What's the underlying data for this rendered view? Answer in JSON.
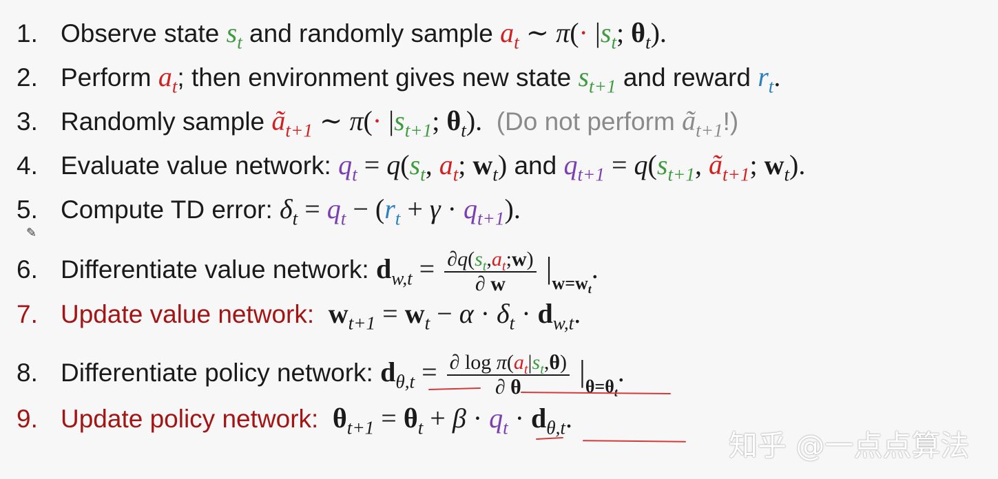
{
  "steps": [
    {
      "num": "1.",
      "text": "Observe state",
      "text2": "and randomly sample"
    },
    {
      "num": "2.",
      "text": "Perform",
      "text2": "; then environment gives new state",
      "text3": "and reward"
    },
    {
      "num": "3.",
      "text": "Randomly sample",
      "note": "(Do not perform",
      "note_end": "!)"
    },
    {
      "num": "4.",
      "text": "Evaluate value network:",
      "text2": "and"
    },
    {
      "num": "5.",
      "text": "Compute TD error:"
    },
    {
      "num": "6.",
      "text": "Differentiate value network:"
    },
    {
      "num": "7.",
      "text": "Update value network:"
    },
    {
      "num": "8.",
      "text": "Differentiate policy network:"
    },
    {
      "num": "9.",
      "text": "Update policy network:"
    }
  ],
  "watermark": "知乎 @一点点算法",
  "colors": {
    "state": "#3f9b3f",
    "action": "#d22020",
    "reward": "#2a7fc0",
    "value": "#7a3fb0",
    "highlight_step": "#a31515",
    "underline": "#d23a3a"
  },
  "icons": {
    "annotation": "pencil-icon"
  }
}
